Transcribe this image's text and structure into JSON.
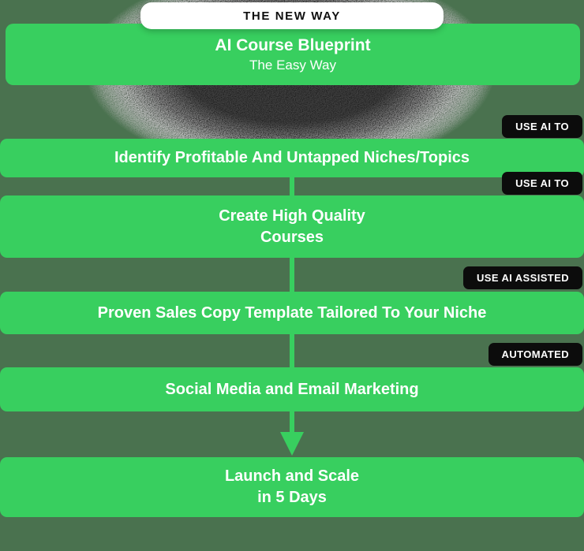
{
  "badge": {
    "label": "THE NEW WAY"
  },
  "header": {
    "title": "AI Course Blueprint",
    "subtitle": "The Easy Way"
  },
  "steps": [
    {
      "tag": "USE AI TO",
      "lines": [
        "Identify Profitable And Untapped Niches/Topics"
      ]
    },
    {
      "tag": "USE AI TO",
      "lines": [
        "Create High Quality",
        "Courses"
      ]
    },
    {
      "tag": "USE AI ASSISTED",
      "lines": [
        "Proven Sales Copy Template Tailored To Your Niche"
      ]
    },
    {
      "tag": "AUTOMATED",
      "lines": [
        "Social Media and Email Marketing"
      ]
    },
    {
      "lines": [
        "Launch and Scale",
        "in 5 Days"
      ]
    }
  ],
  "colors": {
    "accent_green": "#38cf5f",
    "background_green": "#4a724f",
    "tag_black": "#0c0c0c",
    "text_white": "#ffffff",
    "pill_white": "#ffffff"
  }
}
